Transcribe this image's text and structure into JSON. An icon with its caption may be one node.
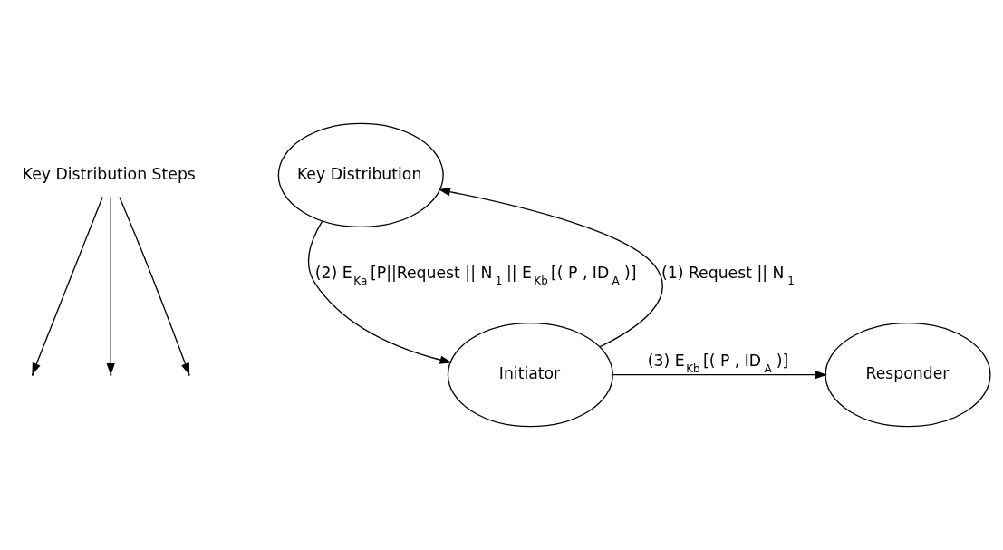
{
  "diagram": {
    "nodes": [
      {
        "text": [
          "Key Distribution"
        ]
      },
      {
        "text": [
          "Initiator"
        ]
      },
      {
        "text": [
          "Responder"
        ]
      },
      {
        "text": [
          "Key Distribution Steps"
        ]
      }
    ],
    "edges": [
      {
        "from": 1,
        "to": 0,
        "arrow": "to",
        "label": "(1) Request || N$_{1}$"
      },
      {
        "from": 0,
        "to": 1,
        "arrow": "to",
        "label": "(2) E$_{Ka}$ [P||Request || N$_{1}$ || E$_{Kb}$ [( P , ID$_{A}$ )]"
      },
      {
        "from": 1,
        "to": 2,
        "arrow": "to",
        "label": "(3) E$_{Kb}$ [( P , ID$_{A}$ )]"
      },
      {
        "from": 3,
        "to": null,
        "arrow": "to"
      },
      {
        "from": 3,
        "to": null,
        "arrow": "to"
      },
      {
        "from": 3,
        "to": null,
        "arrow": "to"
      }
    ]
  }
}
